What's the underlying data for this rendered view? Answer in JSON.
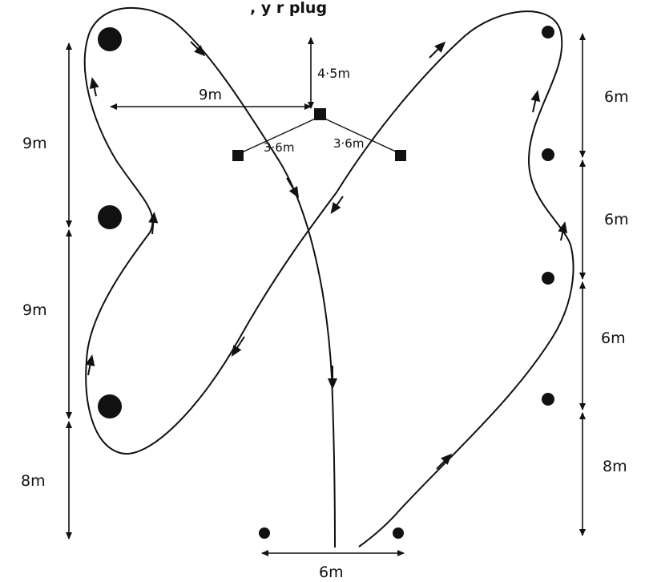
{
  "caption": ", y r plug",
  "labels": {
    "offset_top": "4·5m",
    "half_width": "9m",
    "diag_left": "3·6m",
    "diag_right": "3·6m",
    "left_1": "9m",
    "left_2": "9m",
    "left_3": "8m",
    "right_1": "6m",
    "right_2": "6m",
    "right_3": "6m",
    "right_4": "8m",
    "bottom": "6m"
  }
}
